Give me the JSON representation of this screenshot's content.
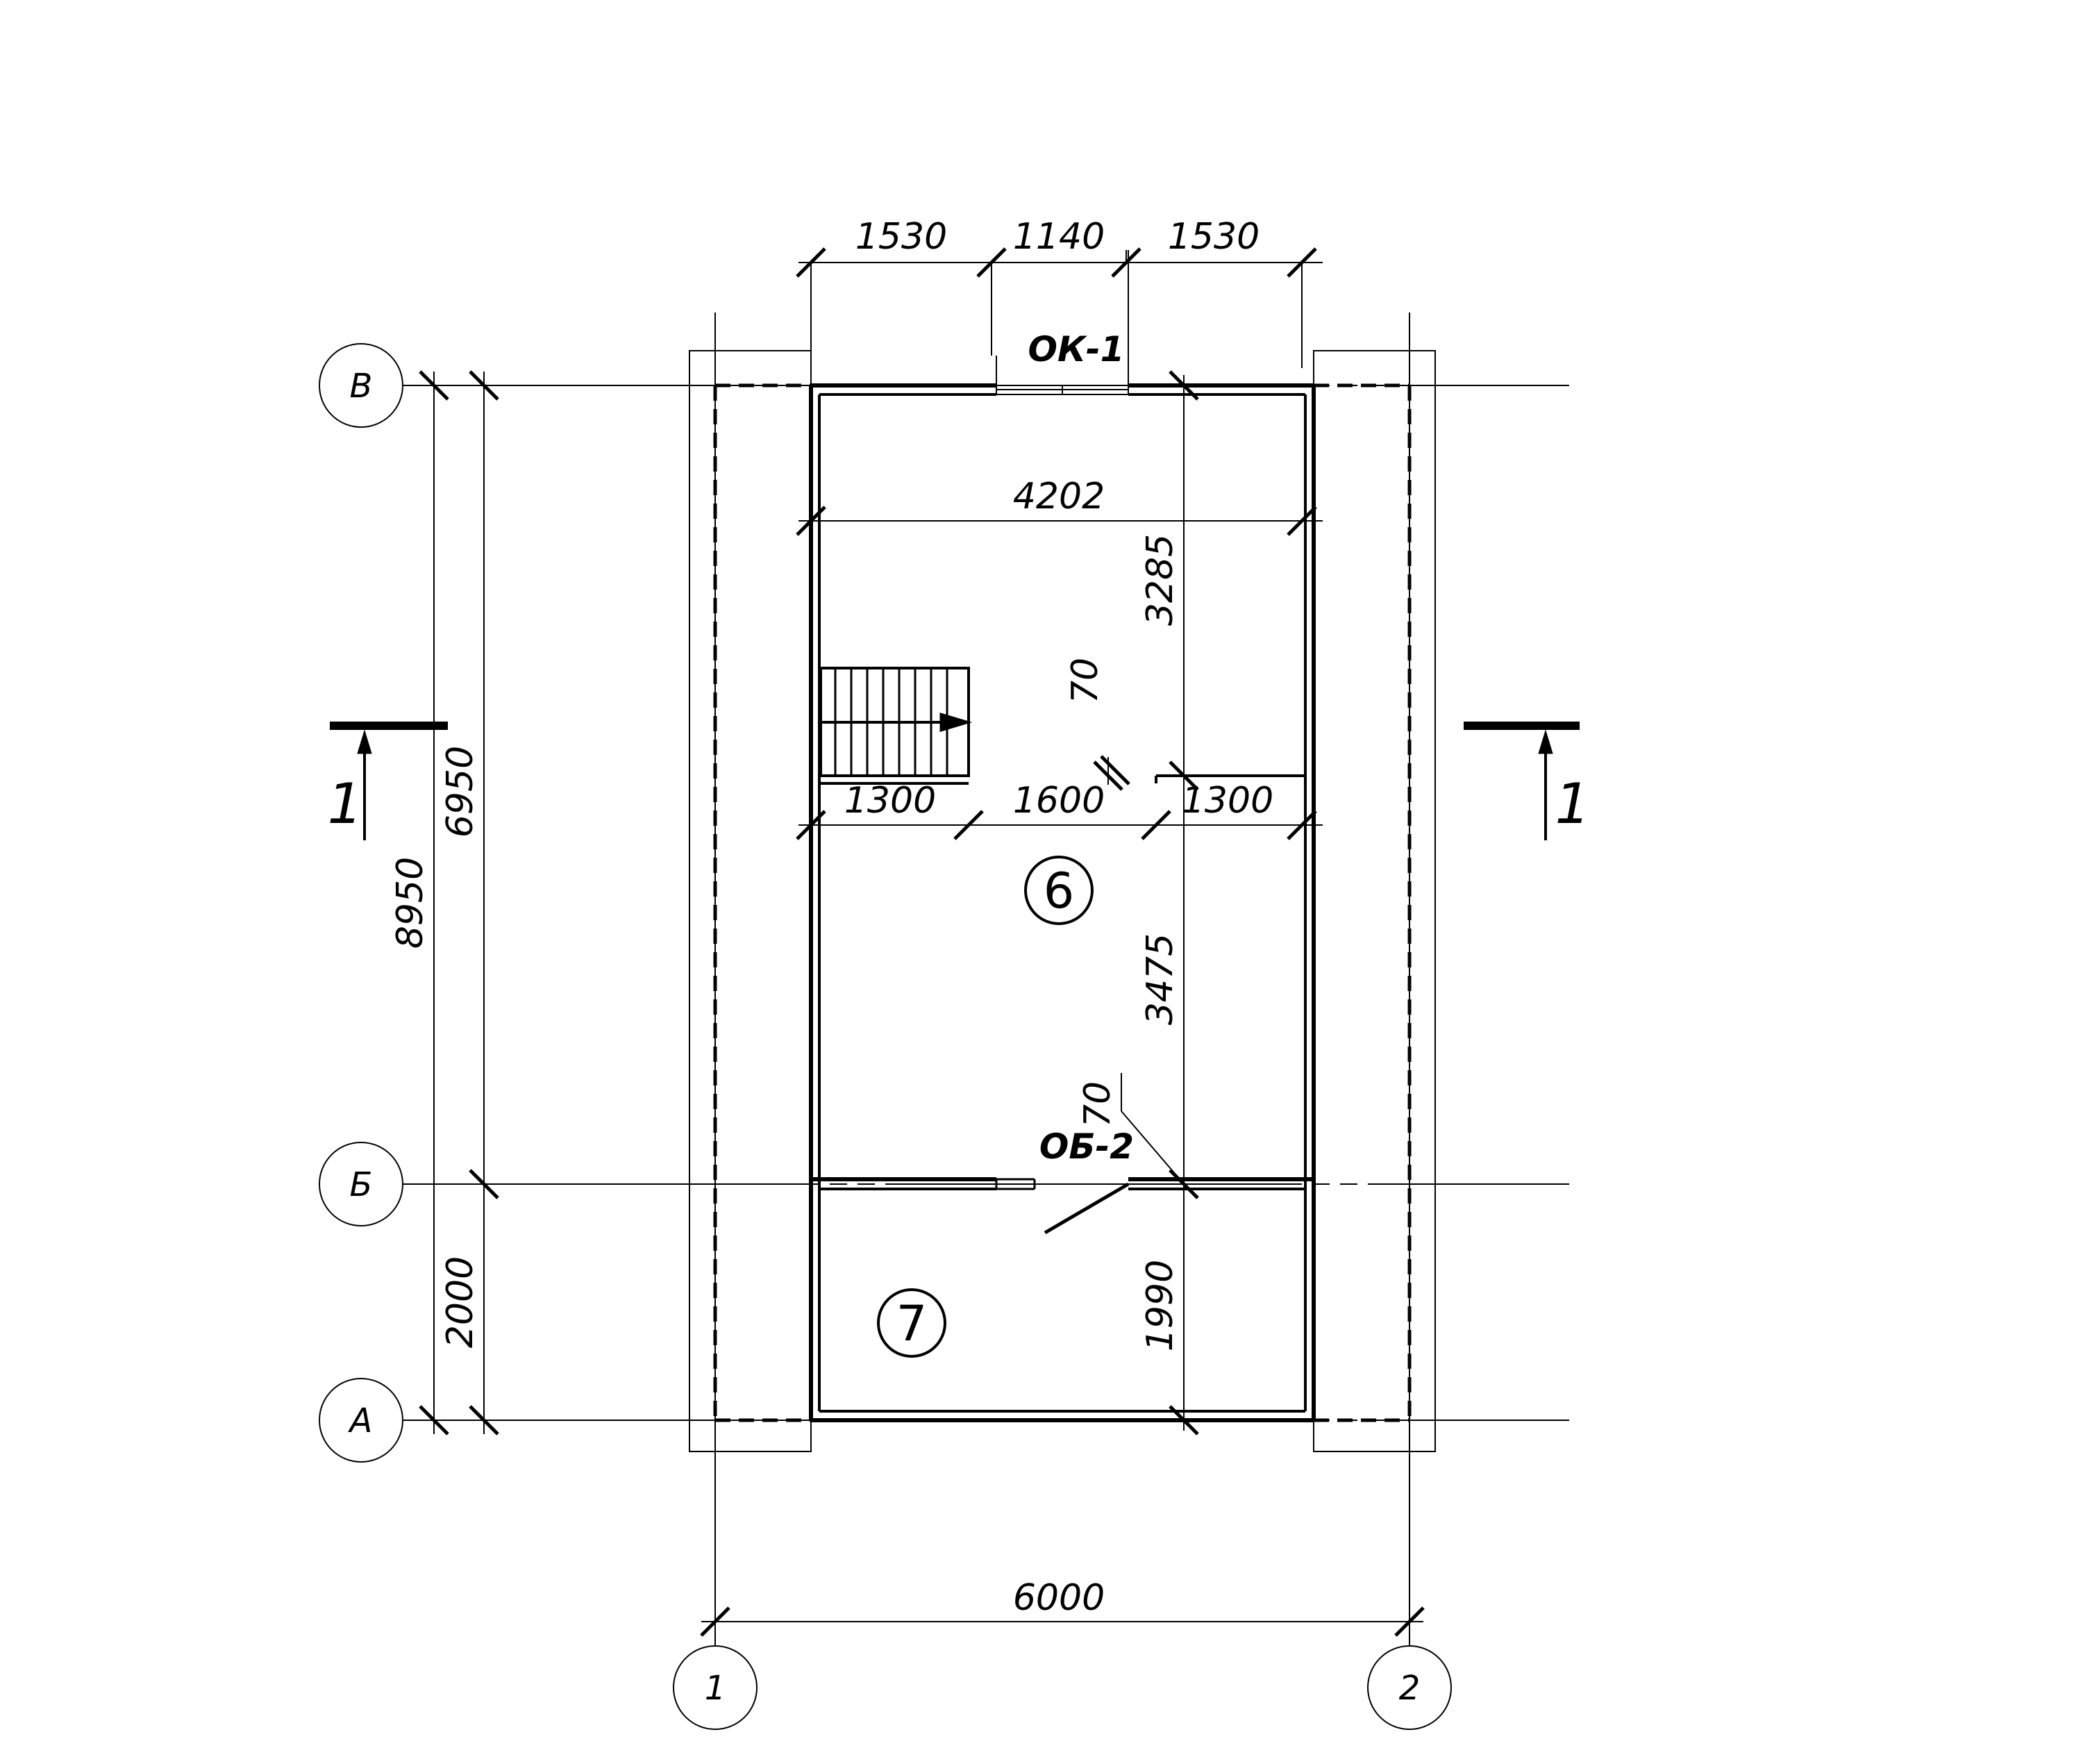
{
  "axes": {
    "row_v": "В",
    "row_b": "Б",
    "row_a": "А",
    "col_1": "1",
    "col_2": "2"
  },
  "dimensions": {
    "top_left": "1530",
    "top_mid": "1140",
    "top_right": "1530",
    "inner_width": "4202",
    "upper_height": "3285",
    "wall_upper": "70",
    "partition_left": "1300",
    "partition_mid": "1600",
    "partition_right": "1300",
    "lower_height": "3475",
    "wall_lower": "70",
    "vestibule_height": "1990",
    "overall_height": "8950",
    "main_height": "6950",
    "porch_height": "2000",
    "overall_width": "6000"
  },
  "labels": {
    "window": "ОК-1",
    "door": "ОБ-2"
  },
  "rooms": {
    "room_6": "6",
    "room_7": "7"
  },
  "section": {
    "left": "1",
    "right": "1"
  }
}
